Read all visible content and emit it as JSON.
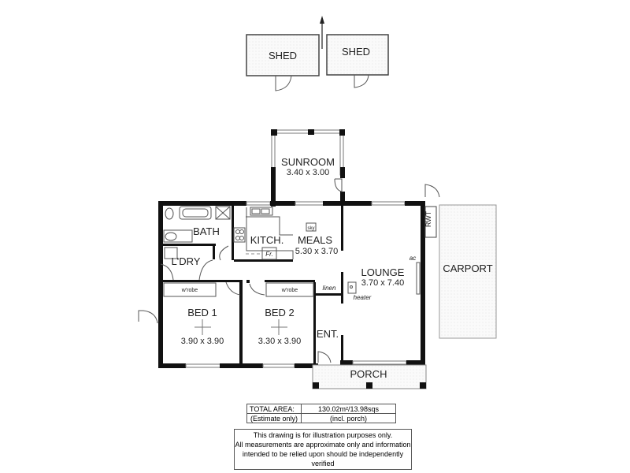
{
  "outbuildings": {
    "shed_left": {
      "label": "SHED"
    },
    "shed_right": {
      "label": "SHED"
    },
    "north_arrow": "north-arrow"
  },
  "rooms": {
    "sunroom": {
      "label": "SUNROOM",
      "dims": "3.40 x 3.00"
    },
    "bath": {
      "label": "BATH"
    },
    "kitchen": {
      "label": "KITCH.",
      "fridge": "Fr."
    },
    "meals": {
      "label": "MEALS",
      "dims": "5.30 x 3.70",
      "skylight": "sky"
    },
    "laundry": {
      "label": "L'DRY"
    },
    "lounge": {
      "label": "LOUNGE",
      "dims": "3.70 x 7.40",
      "heater": "heater",
      "ac": "ac"
    },
    "bed1": {
      "label": "BED 1",
      "dims": "3.90 x 3.90",
      "wardrobe": "w'robe"
    },
    "bed2": {
      "label": "BED 2",
      "dims": "3.30 x 3.90",
      "wardrobe": "w'robe"
    },
    "linen": {
      "label": "linen"
    },
    "entry": {
      "label": "ENT."
    },
    "porch": {
      "label": "PORCH"
    },
    "rwt": {
      "label": "RWT"
    },
    "carport": {
      "label": "CARPORT"
    }
  },
  "area_table": {
    "row1_label": "TOTAL AREA:",
    "row1_value": "130.02m²/13.98sqs",
    "row2_label": "(Estimate only)",
    "row2_value": "(incl. porch)"
  },
  "disclaimer": {
    "line1": "This drawing is for illustration purposes only.",
    "line2": "All measurements are approximate only and information",
    "line3": "intended to be relied upon should be independently verified"
  }
}
